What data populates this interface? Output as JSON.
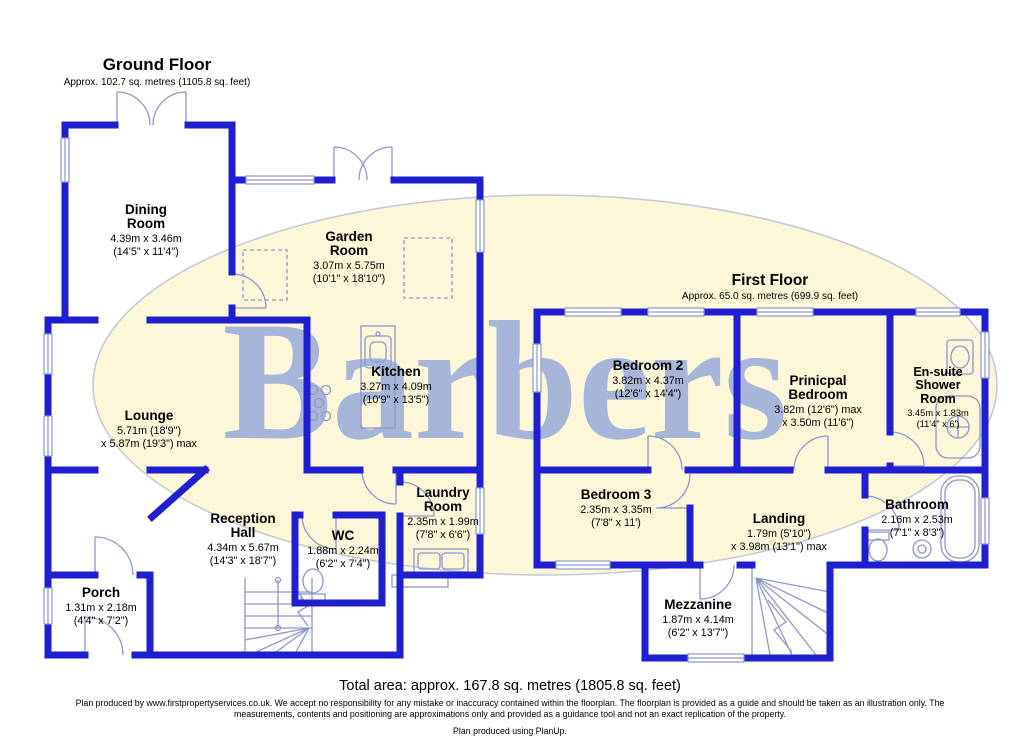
{
  "watermark": {
    "text": "Barbers"
  },
  "colors": {
    "wall": "#1f1fd1",
    "thin": "#8d97cc",
    "ellipse_fill": "#fbf7d8",
    "watermark_text": "#92a4d8"
  },
  "ground_floor": {
    "title": "Ground Floor",
    "area": "Approx. 102.7 sq. metres (1105.8 sq. feet)",
    "rooms": [
      {
        "name": "Dining Room",
        "dim1": "4.39m x 3.46m",
        "dim2": "(14'5\" x 11'4\")"
      },
      {
        "name": "Garden Room",
        "dim1": "3.07m x 5.75m",
        "dim2": "(10'1\" x 18'10\")"
      },
      {
        "name": "Kitchen",
        "dim1": "3.27m x 4.09m",
        "dim2": "(10'9\" x 13'5\")"
      },
      {
        "name": "Lounge",
        "dim1": "5.71m (18'9\")",
        "dim2": "x 5.87m (19'3\") max"
      },
      {
        "name": "Laundry Room",
        "dim1": "2.35m x 1.99m",
        "dim2": "(7'8\" x 6'6\")"
      },
      {
        "name": "WC",
        "dim1": "1.88m x 2.24m",
        "dim2": "(6'2\" x 7'4\")"
      },
      {
        "name": "Reception Hall",
        "dim1": "4.34m x 5.67m",
        "dim2": "(14'3\" x 18'7\")"
      },
      {
        "name": "Porch",
        "dim1": "1.31m x 2.18m",
        "dim2": "(4'4\" x 7'2\")"
      }
    ]
  },
  "first_floor": {
    "title": "First Floor",
    "area": "Approx. 65.0 sq. metres (699.9 sq. feet)",
    "rooms": [
      {
        "name": "Bedroom 2",
        "dim1": "3.82m x 4.37m",
        "dim2": "(12'6\" x 14'4\")"
      },
      {
        "name": "Prinicpal Bedroom",
        "dim1": "3.82m (12'6\") max",
        "dim2": "x 3.50m (11'6\")"
      },
      {
        "name": "En-suite Shower Room",
        "dim1": "3.45m x 1.83m",
        "dim2": "(11'4\" x 6')"
      },
      {
        "name": "Bedroom 3",
        "dim1": "2.35m x 3.35m",
        "dim2": "(7'8\" x 11')"
      },
      {
        "name": "Landing",
        "dim1": "1.79m (5'10\")",
        "dim2": "x 3.98m (13'1\") max"
      },
      {
        "name": "Bathroom",
        "dim1": "2.16m x 2.53m",
        "dim2": "(7'1\" x 8'3\")"
      },
      {
        "name": "Mezzanine",
        "dim1": "1.87m x 4.14m",
        "dim2": "(6'2\" x 13'7\")"
      }
    ]
  },
  "footer": {
    "total_area": "Total area: approx. 167.8 sq. metres (1805.8 sq. feet)",
    "disclaimer": "Plan produced by www.firstpropertyservices.co.uk. We accept no responsibility for any mistake or inaccuracy contained within the floorplan. The floorplan is provided as a guide and should be taken as an illustration only. The measurements, contents and positioning are approximations only and provided as a guidance tool and not an exact replication of the property.",
    "produced_with": "Plan produced using PlanUp."
  }
}
